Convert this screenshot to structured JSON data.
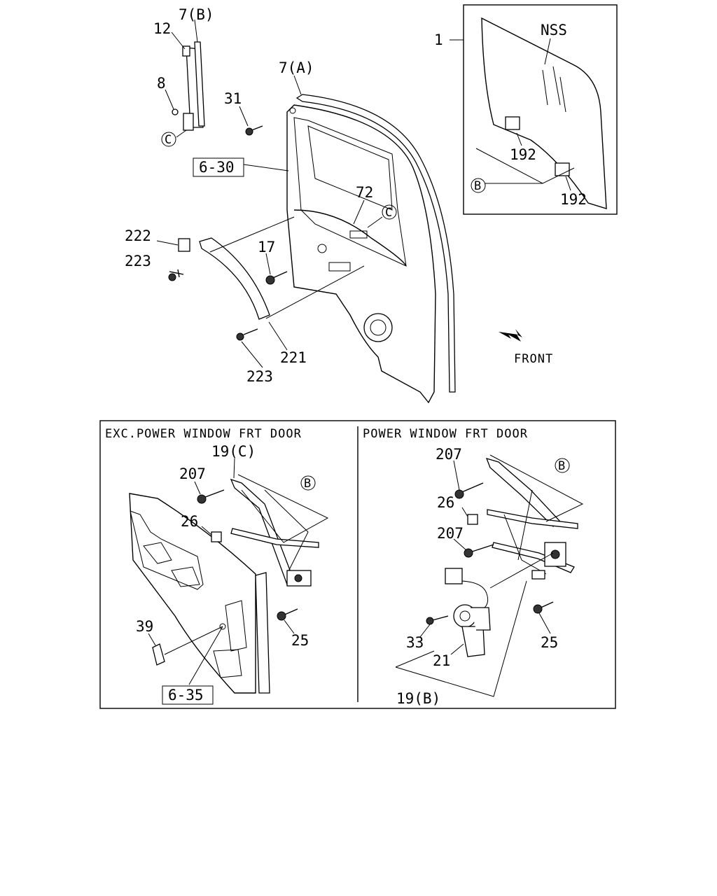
{
  "top_callouts": {
    "glass_assembly": "1",
    "nss": "NSS",
    "clip_a": "192",
    "clip_b": "192",
    "ref_b": "B",
    "seal_a": "7(A)",
    "seal_b": "7(B)",
    "item_12": "12",
    "item_8": "8",
    "ref_c_left": "C",
    "item_31": "31",
    "box_630": "6-30",
    "item_72": "72",
    "ref_c_door": "C",
    "item_222": "222",
    "item_223_a": "223",
    "item_17": "17",
    "item_221": "221",
    "item_223_b": "223",
    "front": "FRONT"
  },
  "left_panel": {
    "header": "EXC.POWER WINDOW FRT DOOR",
    "item_19c": "19(C)",
    "ref_b": "B",
    "item_207": "207",
    "item_26": "26",
    "item_39": "39",
    "item_25": "25",
    "box_635": "6-35"
  },
  "right_panel": {
    "header": "POWER WINDOW FRT DOOR",
    "item_207_a": "207",
    "ref_b": "B",
    "item_26": "26",
    "item_207_b": "207",
    "item_33": "33",
    "item_21": "21",
    "item_25": "25",
    "item_19b": "19(B)"
  }
}
